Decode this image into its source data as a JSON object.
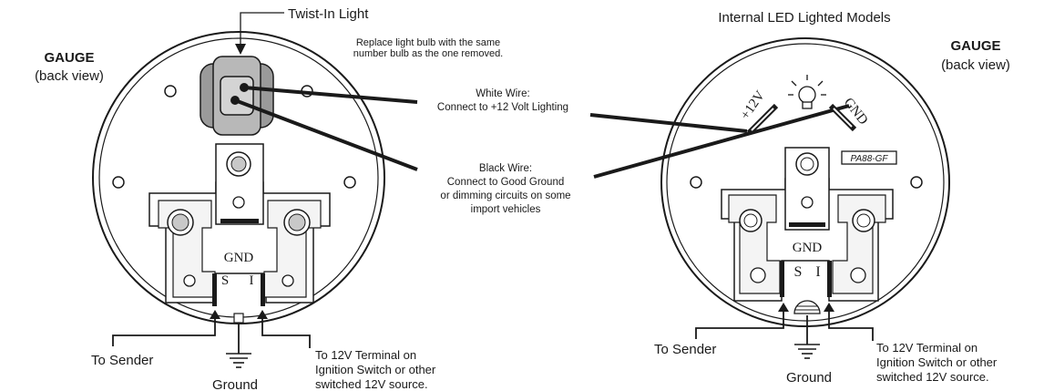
{
  "left_gauge": {
    "title": "GAUGE",
    "subtitle": "(back view)",
    "twist_in_light_label": "Twist-In Light",
    "bulb_note_line1": "Replace light bulb with the same",
    "bulb_note_line2": "number bulb as the one removed.",
    "terminal_gnd": "GND",
    "terminal_s": "S",
    "terminal_i": "I",
    "to_sender": "To Sender",
    "ground": "Ground",
    "to_12v_line1": "To 12V Terminal on",
    "to_12v_line2": "Ignition Switch or other",
    "to_12v_line3": "switched 12V source."
  },
  "center_notes": {
    "white_wire_line1": "White Wire:",
    "white_wire_line2": "Connect to +12 Volt Lighting",
    "black_wire_line1": "Black Wire:",
    "black_wire_line2": "Connect to Good Ground",
    "black_wire_line3": "or dimming circuits on some",
    "black_wire_line4": "import vehicles"
  },
  "right_gauge": {
    "header": "Internal LED Lighted Models",
    "title": "GAUGE",
    "subtitle": "(back view)",
    "plus12v": "+12V",
    "gnd_label": "GND",
    "part_number": "PA88-GF",
    "terminal_gnd": "GND",
    "terminal_s": "S",
    "terminal_i": "I",
    "to_sender": "To Sender",
    "ground": "Ground",
    "to_12v_line1": "To 12V Terminal on",
    "to_12v_line2": "Ignition Switch or other",
    "to_12v_line3": "switched 12V source."
  },
  "colors": {
    "line": "#1a1a1a",
    "fill_gray": "#c8c8c8",
    "bulb_gray": "#9a9a9a"
  }
}
